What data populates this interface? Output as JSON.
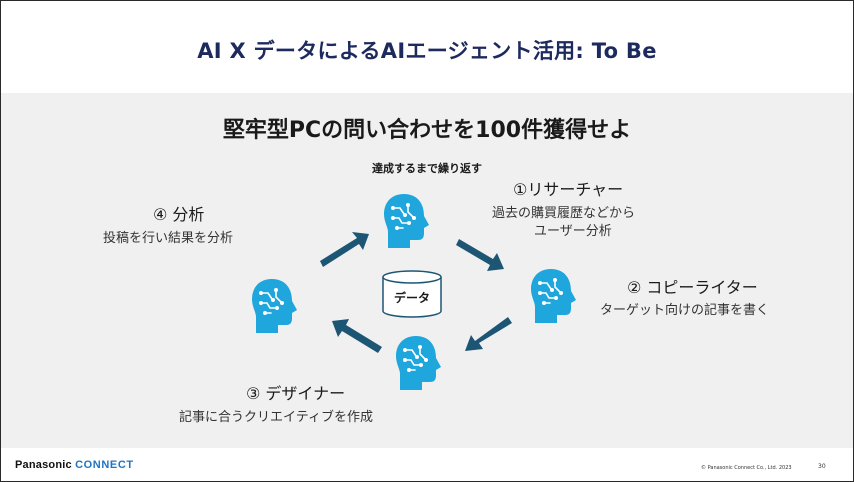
{
  "slide": {
    "title": "AI X データによるAIエージェント活用: To Be",
    "subtitle": "堅牢型PCの問い合わせを100件獲得せよ",
    "loop_label": "達成するまで繰り返す"
  },
  "agents": [
    {
      "role": "①リサーチャー",
      "desc_lines": [
        "過去の購買履歴などから",
        "ユーザー分析"
      ]
    },
    {
      "role": "② コピーライター",
      "desc_lines": [
        "ターゲット向けの記事を書く"
      ]
    },
    {
      "role": "③ デザイナー",
      "desc_lines": [
        "記事に合うクリエイティブを作成"
      ]
    },
    {
      "role": "④ 分析",
      "desc_lines": [
        "投稿を行い結果を分析"
      ]
    }
  ],
  "center": {
    "label": "データ"
  },
  "footer": {
    "logo_brand": "Panasonic",
    "logo_product": "CONNECT",
    "copyright": "© Panasonic Connect Co., Ltd. 2023",
    "page_number": "30"
  },
  "colors": {
    "title": "#1c2a5e",
    "panel_bg": "#f0f0f0",
    "head_blue": "#1fa6dc",
    "arrow_blue": "#1d5675"
  },
  "icons": {
    "agent": "ai-head-icon",
    "arrow": "arrow-icon",
    "database": "database-icon"
  }
}
